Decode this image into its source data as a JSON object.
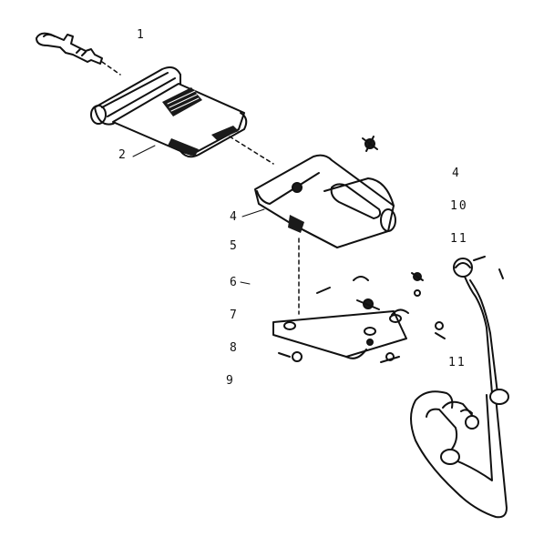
{
  "colors": {
    "ink": "#111111",
    "paper": "#ffffff",
    "shade": "#1a1a1a"
  },
  "callouts": {
    "c1": "1",
    "c2": "2",
    "c4a": "4",
    "c4b": "4",
    "c10": "10",
    "c11a": "11",
    "c11b": "11",
    "c5": "5",
    "c6": "6",
    "c7": "7",
    "c8": "8",
    "c9": "9"
  }
}
